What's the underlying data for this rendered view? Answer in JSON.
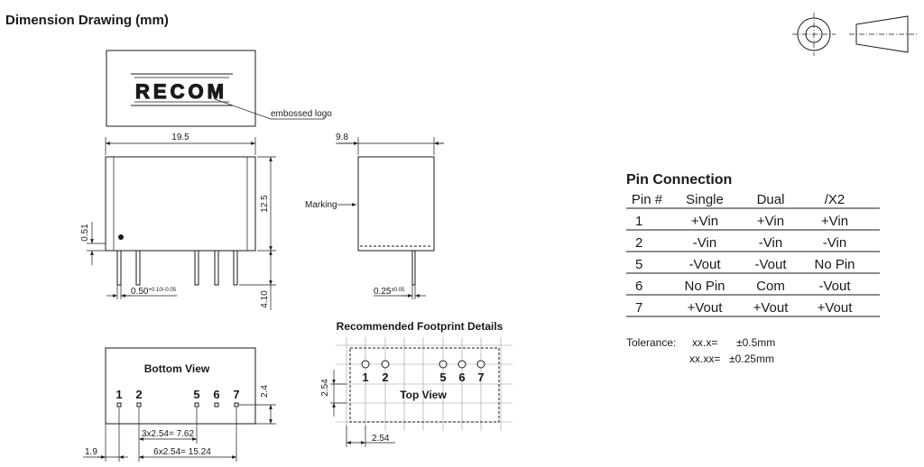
{
  "header": {
    "title": "Dimension Drawing (mm)"
  },
  "front_view": {
    "logo_text": "RECOM",
    "logo_label": "embossed logo",
    "width_dim": "19.5",
    "height_dim": "12.5",
    "standoff_dim": "0.51",
    "pin_length_dim": "4.10",
    "pin_width_main": "0.50",
    "pin_width_tol": "+0.10/-0.05"
  },
  "side_view": {
    "depth_dim": "9.8",
    "marking_label": "Marking",
    "pin_thickness_main": "0.25",
    "pin_thickness_tol": "±0.05"
  },
  "bottom_view": {
    "title": "Bottom View",
    "pins": [
      "1",
      "2",
      "5",
      "6",
      "7"
    ],
    "dim_pitch3": "3x2.54= 7.62",
    "dim_pitch6": "6x2.54= 15.24",
    "dim_offset": "1.9",
    "dim_height": "2.4"
  },
  "footprint": {
    "title": "Recommended Footprint Details",
    "pins": [
      "1",
      "2",
      "5",
      "6",
      "7"
    ],
    "top_view_label": "Top View",
    "dim_vertical": "2.54",
    "dim_horizontal": "2.54"
  },
  "pin_connection": {
    "title": "Pin Connection",
    "headers": [
      "Pin #",
      "Single",
      "Dual",
      "/X2"
    ],
    "rows": [
      [
        "1",
        "+Vin",
        "+Vin",
        "+Vin"
      ],
      [
        "2",
        "-Vin",
        "-Vin",
        "-Vin"
      ],
      [
        "5",
        "-Vout",
        "-Vout",
        "No Pin"
      ],
      [
        "6",
        "No Pin",
        "Com",
        "-Vout"
      ],
      [
        "7",
        "+Vout",
        "+Vout",
        "+Vout"
      ]
    ]
  },
  "tolerance": {
    "label": "Tolerance:",
    "line1_key": "xx.x=",
    "line1_val": "±0.5mm",
    "line2_key": "xx.xx=",
    "line2_val": "±0.25mm"
  },
  "projection_symbol": {
    "icon": "third-angle-projection-icon"
  }
}
